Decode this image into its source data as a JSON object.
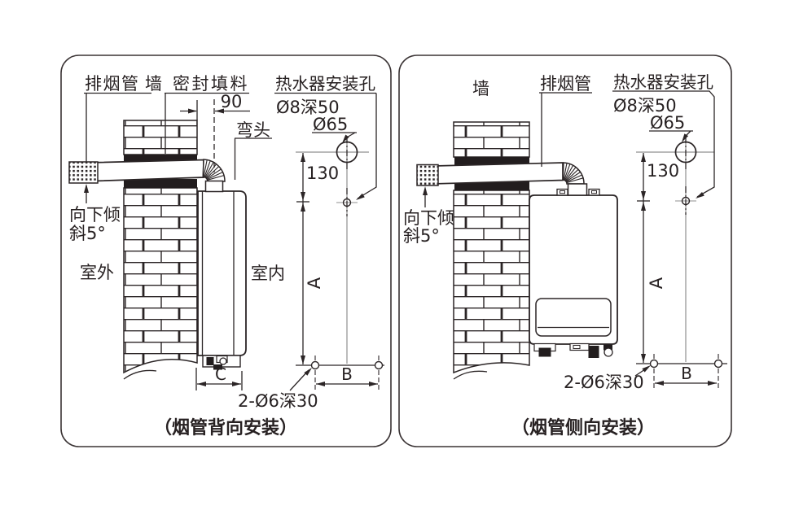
{
  "colors": {
    "line": "#2b2526",
    "centerline": "#8f8f8f",
    "background": "#ffffff"
  },
  "left": {
    "caption": "（烟管背向安装）",
    "labels": {
      "exhaust_pipe": "排烟管",
      "wall": "墙",
      "sealant": "密封填料",
      "elbow": "弯头",
      "heater_holes_title": "热水器安装孔",
      "heater_hole_spec": "Ø8深50",
      "flue_hole_dia": "Ø65",
      "tilt_line1": "向下倾",
      "tilt_line2": "斜5°",
      "outdoor": "室外",
      "indoor": "室内",
      "bottom_holes_spec": "2-Ø6深30"
    },
    "dimensions": {
      "wall_to_elbow": "90",
      "hole_offset": "130",
      "height": "A",
      "hole_spacing": "B",
      "depth": "C"
    }
  },
  "right": {
    "caption": "（烟管侧向安装）",
    "labels": {
      "wall": "墙",
      "exhaust_pipe": "排烟管",
      "heater_holes_title": "热水器安装孔",
      "heater_hole_spec": "Ø8深50",
      "flue_hole_dia": "Ø65",
      "tilt_line1": "向下倾",
      "tilt_line2": "斜5°",
      "bottom_holes_spec": "2-Ø6深30"
    },
    "dimensions": {
      "hole_offset": "130",
      "height": "A",
      "hole_spacing": "B"
    }
  }
}
